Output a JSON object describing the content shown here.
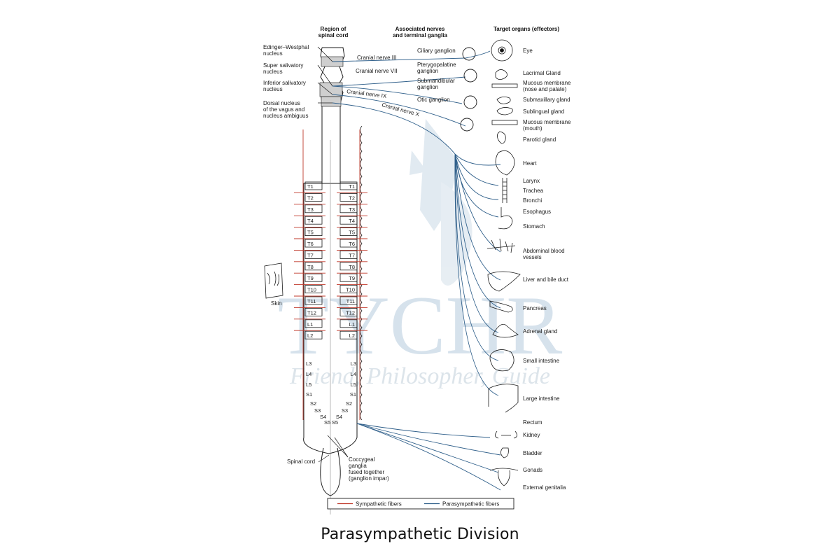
{
  "caption": "Parasympathetic Division",
  "watermark": {
    "brand": "TYCHR",
    "tagline": "Friend, Philosopher, Guide"
  },
  "headers": {
    "region": [
      "Region of",
      "spinal cord"
    ],
    "nerves": [
      "Associated nerves",
      "and terminal ganglia"
    ],
    "targets": [
      "Target organs (effectors)"
    ]
  },
  "nuclei": [
    {
      "lines": [
        "Edinger–Westphal",
        "nucleus"
      ]
    },
    {
      "lines": [
        "Super salivatory",
        "nucleus"
      ]
    },
    {
      "lines": [
        "Inferior salivatory",
        "nucleus"
      ]
    },
    {
      "lines": [
        "Dorsal nucleus",
        "of the vagus and",
        "nucleus ambiguus"
      ]
    }
  ],
  "cranial_nerves": [
    "Cranial nerve III",
    "Cranial nerve VII",
    "Cranial nerve IX",
    "Cranial nerve X"
  ],
  "ganglia": [
    {
      "lines": [
        "Ciliary ganglion"
      ]
    },
    {
      "lines": [
        "Pterygopalatine",
        "ganglion"
      ]
    },
    {
      "lines": [
        "Submandibular",
        "ganglion"
      ]
    },
    {
      "lines": [
        "Otic ganglion"
      ]
    }
  ],
  "organs": [
    {
      "lines": [
        "Eye"
      ]
    },
    {
      "lines": [
        "Lacrimal Gland"
      ]
    },
    {
      "lines": [
        "Mucous membrane",
        "(nose and palate)"
      ]
    },
    {
      "lines": [
        "Submaxillary gland"
      ]
    },
    {
      "lines": [
        "Sublingual gland"
      ]
    },
    {
      "lines": [
        "Mucous membrane",
        "(mouth)"
      ]
    },
    {
      "lines": [
        "Parotid gland"
      ]
    },
    {
      "lines": [
        "Heart"
      ]
    },
    {
      "lines": [
        "Larynx"
      ]
    },
    {
      "lines": [
        "Trachea"
      ]
    },
    {
      "lines": [
        "Bronchi"
      ]
    },
    {
      "lines": [
        "Esophagus"
      ]
    },
    {
      "lines": [
        "Stomach"
      ]
    },
    {
      "lines": [
        "Abdominal blood",
        "vessels"
      ]
    },
    {
      "lines": [
        "Liver and bile duct"
      ]
    },
    {
      "lines": [
        "Pancreas"
      ]
    },
    {
      "lines": [
        "Adrenal gland"
      ]
    },
    {
      "lines": [
        "Small intestine"
      ]
    },
    {
      "lines": [
        "Large intestine"
      ]
    },
    {
      "lines": [
        "Rectum"
      ]
    },
    {
      "lines": [
        "Kidney"
      ]
    },
    {
      "lines": [
        "Bladder"
      ]
    },
    {
      "lines": [
        "Gonads"
      ]
    },
    {
      "lines": [
        "External genitalia"
      ]
    }
  ],
  "spinal_segments": {
    "boxed": [
      "T1",
      "T2",
      "T3",
      "T4",
      "T5",
      "T6",
      "T7",
      "T8",
      "T9",
      "T10",
      "T11",
      "T12",
      "L1",
      "L2"
    ],
    "lower": [
      "L3",
      "L4",
      "L5",
      "S1",
      "S2",
      "S3",
      "S4",
      "S5"
    ]
  },
  "side_labels": {
    "skin": "Skin",
    "spinal_cord": "Spinal cord",
    "coccygeal": [
      "Coccygeal",
      "ganglia",
      "fused together",
      "(ganglion impar)"
    ]
  },
  "legend": [
    {
      "label": "Sympathetic fibers",
      "color": "#c0392b"
    },
    {
      "label": "Parasympathetic fibers",
      "color": "#2f5f8a"
    }
  ],
  "colors": {
    "sympathetic": "#c0392b",
    "parasympathetic": "#2f5f8a",
    "nucleus_band": "#cfcfcf",
    "watermark": "#c9d9e6"
  }
}
